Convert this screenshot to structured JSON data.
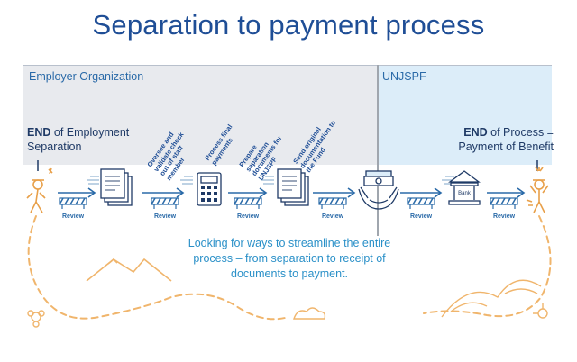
{
  "title": "Separation to payment process",
  "bands": {
    "employer": "Employer Organization",
    "fund": "UNJSPF"
  },
  "start": {
    "bold": "END",
    "rest1": " of Employment",
    "line2": "Separation"
  },
  "end": {
    "bold": "END",
    "rest1": " of Process =",
    "line2": "Payment of Benefit"
  },
  "steps": [
    "Oversee and validate check out of staff member",
    "Process final payments",
    "Prepare separation documents for UNJSPF",
    "Send original documentation to the Fund"
  ],
  "review_label": "Review",
  "bank_label": "Bank",
  "message": "Looking for ways to streamline the entire process – from separation to receipt of documents to payment.",
  "colors": {
    "title": "#1f4e96",
    "accent": "#2a6aa8",
    "message": "#2a90c8",
    "decor": "#f0b56c",
    "employer_band": "#e8eaee",
    "fund_band": "#dcedf9"
  },
  "icons": [
    "person-walking-icon",
    "documents-icon",
    "calculator-icon",
    "documents-icon",
    "money-hands-icon",
    "bank-icon",
    "person-celebrating-icon",
    "review-barrier-icon",
    "arrow-icon"
  ]
}
